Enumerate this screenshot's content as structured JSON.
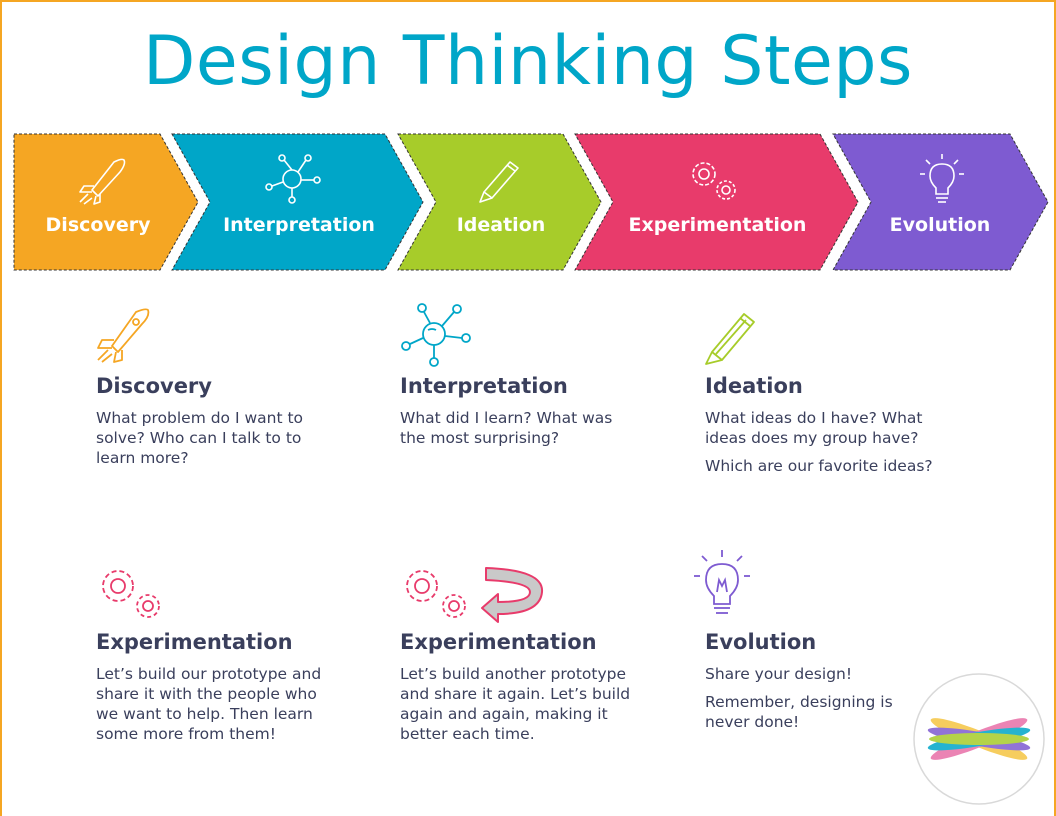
{
  "title": "Design Thinking Steps",
  "colors": {
    "discovery": "#F5A623",
    "interpretation": "#00A6C8",
    "ideation": "#A7CC2A",
    "experimentation": "#E83B6B",
    "evolution": "#7E5BD1",
    "text": "#3A3F5C"
  },
  "banner": [
    {
      "label": "Discovery",
      "icon": "rocket-icon"
    },
    {
      "label": "Interpretation",
      "icon": "network-icon"
    },
    {
      "label": "Ideation",
      "icon": "pencil-icon"
    },
    {
      "label": "Experimentation",
      "icon": "gears-icon"
    },
    {
      "label": "Evolution",
      "icon": "lightbulb-icon"
    }
  ],
  "cards": [
    {
      "title": "Discovery",
      "icon": "rocket-icon",
      "paragraphs": [
        "What problem do I want to solve? Who can I talk to to learn more?"
      ]
    },
    {
      "title": "Interpretation",
      "icon": "network-icon",
      "paragraphs": [
        "What did I learn? What was the most surprising?"
      ]
    },
    {
      "title": "Ideation",
      "icon": "pencil-icon",
      "paragraphs": [
        "What ideas do I have? What ideas does my group have?",
        "Which are our favorite ideas?"
      ]
    },
    {
      "title": "Experimentation",
      "icon": "gears-icon",
      "paragraphs": [
        "Let’s build our prototype and share it with the people who we want to help. Then learn some more from them!"
      ]
    },
    {
      "title": "Experimentation",
      "icon": "gears-cycle-icon",
      "paragraphs": [
        "Let’s build another prototype and share it again. Let’s build again and again, making it better each time."
      ]
    },
    {
      "title": "Evolution",
      "icon": "lightbulb-icon",
      "paragraphs": [
        "Share your design!",
        "Remember, designing is never done!"
      ]
    }
  ]
}
